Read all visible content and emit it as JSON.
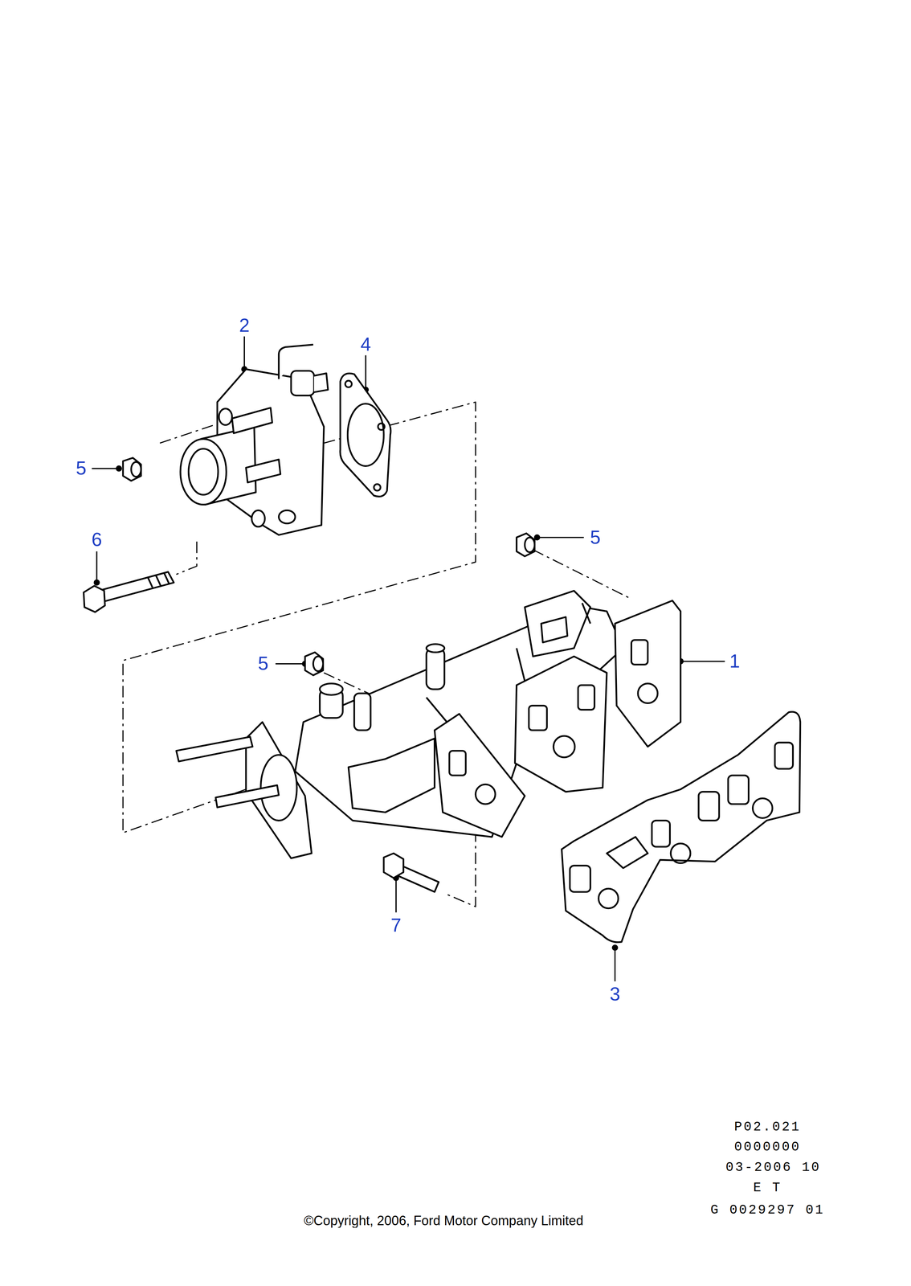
{
  "diagram": {
    "labels": [
      "2",
      "4",
      "5",
      "6",
      "5",
      "1",
      "5",
      "3",
      "7",
      "P02.021",
      "0000000",
      "03-2006 10",
      "E T",
      "G 0029297 01",
      "©Copyright, 2006, Ford Motor Company Limited"
    ]
  }
}
